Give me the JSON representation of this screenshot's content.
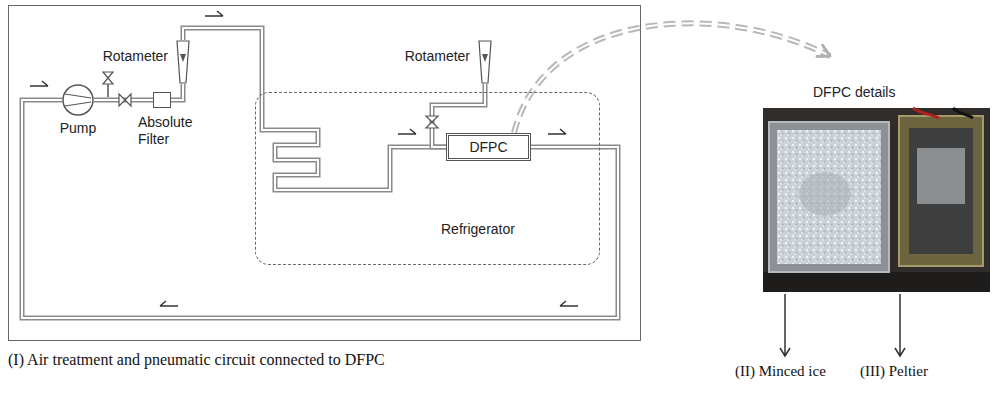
{
  "diagram": {
    "nodes": [
      {
        "text": [
          "Pump"
        ]
      },
      {
        "text": [
          "Absolute Filter"
        ]
      },
      {
        "text": [
          "Rotameter"
        ]
      },
      {
        "text": [
          "Refrigerator"
        ]
      },
      {
        "text": [
          "Rotameter"
        ]
      },
      {
        "text": [
          "DFPC"
        ],
        "in": 3
      },
      {
        "text": [
          "DFPC details"
        ]
      }
    ],
    "edges": [
      {
        "from": 0,
        "to": 1,
        "arrow": "none"
      },
      {
        "from": 1,
        "to": 2,
        "arrow": "none"
      },
      {
        "from": 2,
        "to": 5,
        "arrow": "none"
      },
      {
        "from": 4,
        "to": 5,
        "arrow": "none"
      },
      {
        "from": 5,
        "to": 0,
        "arrow": "none"
      },
      {
        "from": 5,
        "to": 6,
        "arrow": "to"
      }
    ],
    "labels": [
      "(I) Air treatment and pneumatic circuit connected to DFPC",
      "(II) Minced ice",
      "(III) Peltier"
    ]
  }
}
